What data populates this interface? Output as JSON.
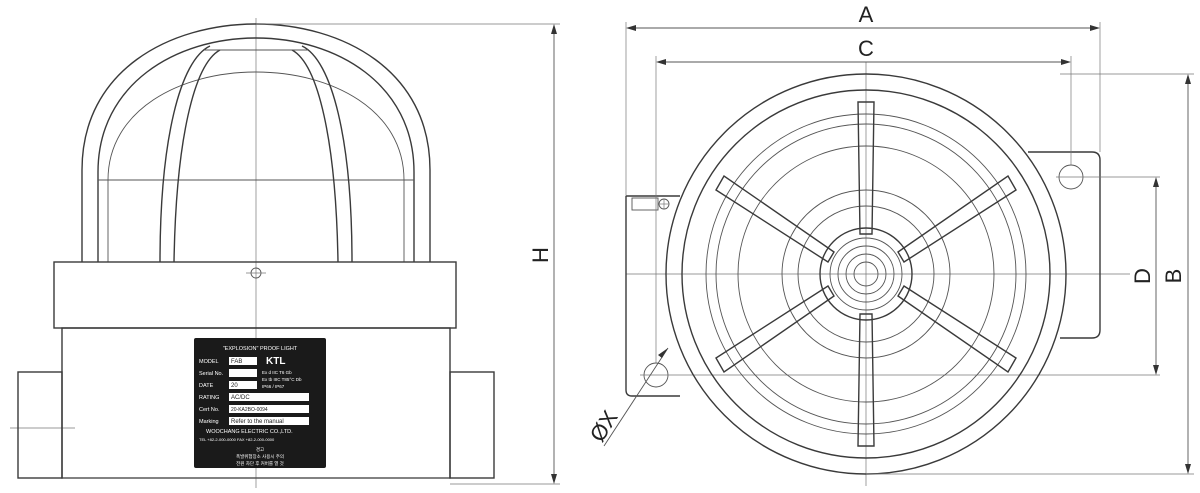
{
  "dimensions": {
    "a": "A",
    "b": "B",
    "c": "C",
    "d": "D",
    "h": "H",
    "x": "ØX"
  },
  "nameplate": {
    "header": "\"EXPLOSION\" PROOF LIGHT",
    "brand": "KTL",
    "rows": [
      {
        "label": "MODEL",
        "value": "FAB"
      },
      {
        "label": "Serial No.",
        "value": ""
      },
      {
        "label": "DATE",
        "value": "20"
      },
      {
        "label": "RATING",
        "value": "AC/DC"
      },
      {
        "label": "Cert No.",
        "value": "20-KA2BO-0094"
      },
      {
        "label": "Marking",
        "value": "Refer to the manual"
      }
    ],
    "cert_lines": [
      "Ex d IIC T6 Gb",
      "Ex tb IIIC T85°C Db",
      "IP66 / IP67"
    ],
    "company": "WOOCHANG ELECTRIC CO.,LTD.",
    "tel": "TEL +82-2-000-0000  FAX +82-2-000-0000",
    "footer_lines": [
      "경고",
      "폭발위험장소 사용시 주의",
      "전원 차단 후 커버를 열 것"
    ]
  },
  "colors": {
    "line": "#3a3a3a",
    "plate": "#1a1a1a",
    "plate_cell": "#ffffff"
  }
}
